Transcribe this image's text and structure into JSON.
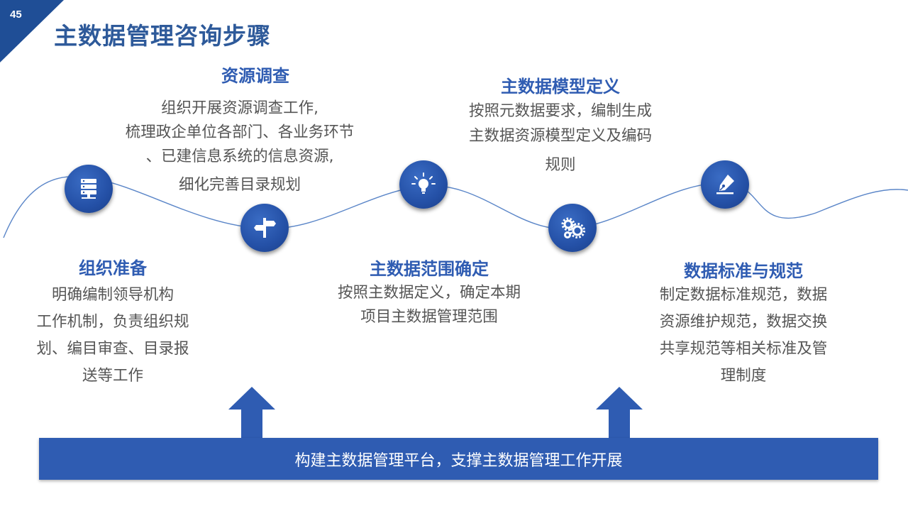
{
  "page_number": "45",
  "title": "主数据管理咨询步骤",
  "colors": {
    "accent": "#2f5cb2",
    "dark_accent": "#1f4e96",
    "text_gray": "#555555"
  },
  "steps": [
    {
      "title": "组织准备",
      "icon": "server-icon",
      "desc": [
        "明确编制领导机构",
        "工作机制，负责组织规",
        "划、编目审查、目录报",
        "送等工作"
      ]
    },
    {
      "title": "资源调查",
      "icon": "signpost-icon",
      "desc": [
        "组织开展资源调查工作,",
        "梳理政企单位各部门、各业务环节",
        "、已建信息系统的信息资源,",
        "细化完善目录规划"
      ]
    },
    {
      "title": "主数据范围确定",
      "icon": "lightbulb-icon",
      "desc": [
        "按照主数据定义，确定本期",
        "项目主数据管理范围"
      ]
    },
    {
      "title": "主数据模型定义",
      "icon": "gears-icon",
      "desc": [
        "按照元数据要求，编制生成",
        "主数据资源模型定义及编码",
        "规则"
      ]
    },
    {
      "title": "数据标准与规范",
      "icon": "pen-icon",
      "desc": [
        "制定数据标准规范，数据",
        "资源维护规范，数据交换",
        "共享规范等相关标准及管",
        "理制度"
      ]
    }
  ],
  "banner": "构建主数据管理平台，支撑主数据管理工作开展"
}
